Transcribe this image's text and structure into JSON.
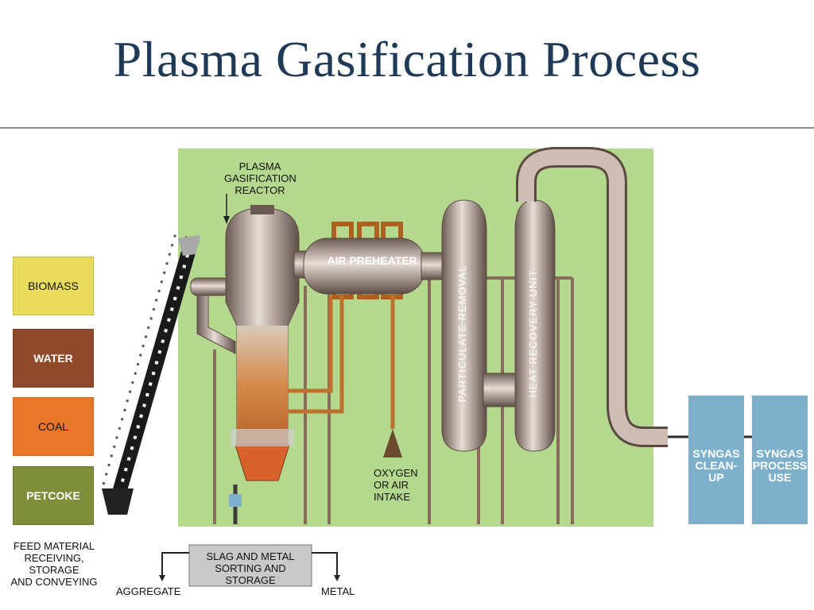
{
  "title": "Plasma Gasification Process",
  "feed": {
    "items": [
      {
        "label": "BIOMASS",
        "color": "#e9dc5c"
      },
      {
        "label": "WATER",
        "color": "#8e4a2a"
      },
      {
        "label": "COAL",
        "color": "#e8772a"
      },
      {
        "label": "PETCOKE",
        "color": "#7f8e3a"
      }
    ],
    "caption": "FEED MATERIAL\nRECEIVING,\nSTORAGE\nAND CONVEYING"
  },
  "labels": {
    "reactor": "PLASMA\nGASIFICATION\nREACTOR",
    "air_preheater": "AIR PREHEATER",
    "particulate": "PARTICULATE REMOVAL",
    "heat_recovery": "HEAT RECOVERY UNIT",
    "oxygen": "OXYGEN\nOR AIR\nINTAKE",
    "slag": "SLAG AND METAL\nSORTING AND STORAGE",
    "aggregate": "AGGREGATE",
    "metal": "METAL"
  },
  "syngas": {
    "cleanup": "SYNGAS\nCLEAN-\nUP",
    "process": "SYNGAS\nPROCESS\nUSE",
    "color": "#7eb0cc"
  },
  "colors": {
    "plant_bg": "#b5d88f",
    "pipe": "#b7a59c",
    "title": "#1f3a57"
  }
}
